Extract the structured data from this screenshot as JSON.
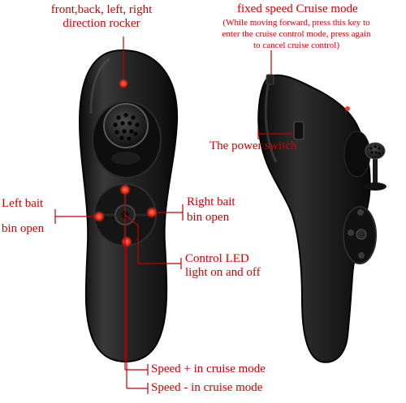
{
  "labels": {
    "rocker_line1": "front,back, left, right",
    "rocker_line2": "direction rocker",
    "cruise_title": "fixed speed Cruise mode",
    "cruise_desc_line1": "(While moving forward, press this key to",
    "cruise_desc_line2": "enter the cruise control mode, press again",
    "cruise_desc_line3": "to cancel cruise control)",
    "power_switch": "The power switch",
    "left_bait_line1": "Left bait",
    "left_bait_line2": "bin open",
    "right_bait_line1": "Right bait",
    "right_bait_line2": "bin open",
    "led_line1": "Control LED",
    "led_line2": "light on and off",
    "speed_plus": "Speed + in cruise mode",
    "speed_minus": "Speed - in cruise mode"
  },
  "colors": {
    "label_text": "#d40000",
    "leader_line": "#c00000",
    "remote_body": "#1a1a1a",
    "button_glow": "#ff2a1a",
    "background": "#ffffff"
  }
}
